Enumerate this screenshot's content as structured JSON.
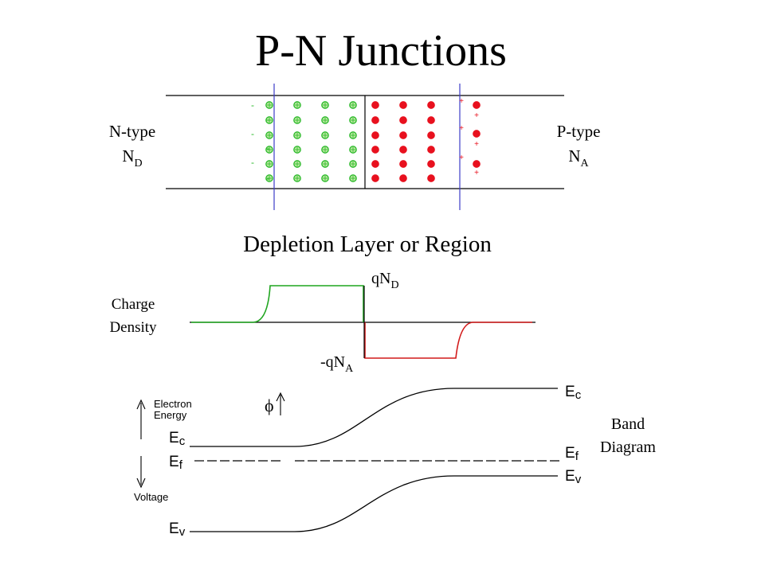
{
  "slide": {
    "title": "P-N Junctions"
  },
  "junction": {
    "n_side": {
      "type_label": "N-type",
      "doping_symbol": "N",
      "doping_subscript": "D"
    },
    "p_side": {
      "type_label": "P-type",
      "doping_symbol": "N",
      "doping_subscript": "A"
    },
    "negative_charge_symbol": "-",
    "positive_charge_symbol": "+",
    "depletion_caption": "Depletion Layer or Region"
  },
  "charge_density": {
    "axis_label_line1": "Charge",
    "axis_label_line2": "Density",
    "positive_label": "qN",
    "positive_label_sub": "D",
    "negative_label": "-qN",
    "negative_label_sub": "A"
  },
  "band_diagram": {
    "caption_line1": "Band",
    "caption_line2": "Diagram",
    "energy_axis_line1": "Electron",
    "energy_axis_line2": "Energy",
    "voltage_axis_label": "Voltage",
    "potential_symbol": "ϕ",
    "band_symbol": "E",
    "conduction_sub": "c",
    "fermi_sub": "f",
    "valence_sub": "v"
  },
  "colors": {
    "n_dopant": "#29b929",
    "n_dopant_fill": "#b9e8a0",
    "p_dopant": "#e8111e",
    "boundary_line": "#3c3cc8",
    "positive_charge_curve": "#1fa51f",
    "negative_charge_curve": "#d21a1a",
    "ink": "#000000"
  }
}
